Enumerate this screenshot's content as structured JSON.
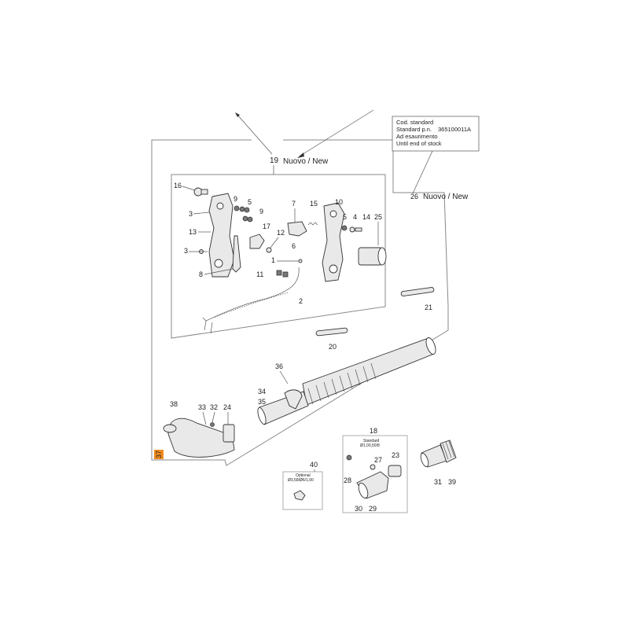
{
  "labels": {
    "p1": "1",
    "p2": "2",
    "p3a": "3",
    "p3b": "3",
    "p4": "4",
    "p5a": "5",
    "p5b": "5",
    "p6": "6",
    "p7": "7",
    "p8": "8",
    "p9a": "9",
    "p9b": "9",
    "p10": "10",
    "p11": "11",
    "p12": "12",
    "p13": "13",
    "p14": "14",
    "p15": "15",
    "p16": "16",
    "p17": "17",
    "p18": "18",
    "p19": "19",
    "p20": "20",
    "p21": "21",
    "p23": "23",
    "p24": "24",
    "p25": "25",
    "p26": "26",
    "p27": "27",
    "p28": "28",
    "p29": "29",
    "p30": "30",
    "p31": "31",
    "p32": "32",
    "p33": "33",
    "p34": "34",
    "p35": "35",
    "p36": "36",
    "p37": "37",
    "p38": "38",
    "p39": "39",
    "p40": "40"
  },
  "new_label_19": "Nuovo / New",
  "new_label_26": "Nuovo / New",
  "notice": {
    "line1_left": "Cod. standard",
    "line2_left": "Standard p.n.",
    "line2_right": "365100011A",
    "line3": "Ad esaurimento",
    "line4": "Until end of stock"
  },
  "box18_caption": [
    "Standard",
    "Ø1,00,50/8"
  ],
  "box40_caption": [
    "Optional",
    "Ø3,58/Ø6/1,00"
  ],
  "highlight_color": "#f28c1e"
}
